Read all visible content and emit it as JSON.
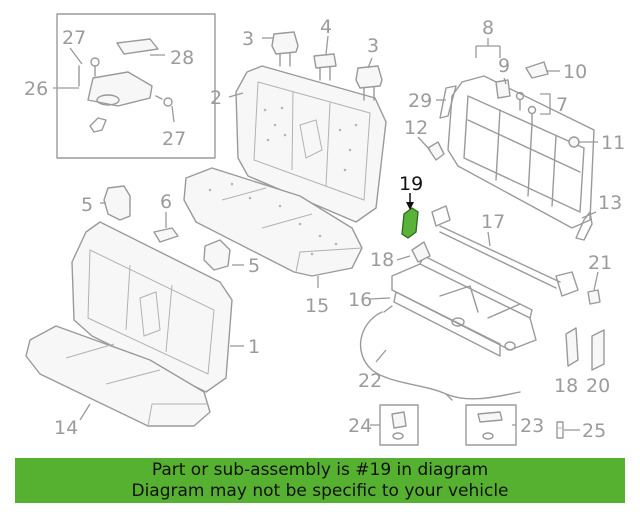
{
  "callouts": {
    "c1": "1",
    "c2": "2",
    "c3a": "3",
    "c3b": "3",
    "c4": "4",
    "c5a": "5",
    "c5b": "5",
    "c6": "6",
    "c7": "7",
    "c8": "8",
    "c9": "9",
    "c10": "10",
    "c11": "11",
    "c12": "12",
    "c13": "13",
    "c14": "14",
    "c15": "15",
    "c16": "16",
    "c17": "17",
    "c18": "18",
    "c18b": "18",
    "c19": "19",
    "c20": "20",
    "c21": "21",
    "c22": "22",
    "c23": "23",
    "c24": "24",
    "c25": "25",
    "c26": "26",
    "c27a": "27",
    "c27b": "27",
    "c28": "28",
    "c29": "29"
  },
  "highlight_color": "#59b33a",
  "banner": {
    "line1": "Part or sub-assembly is #19 in diagram",
    "line2": "Diagram may not be specific to your vehicle",
    "color": "#57b130"
  }
}
